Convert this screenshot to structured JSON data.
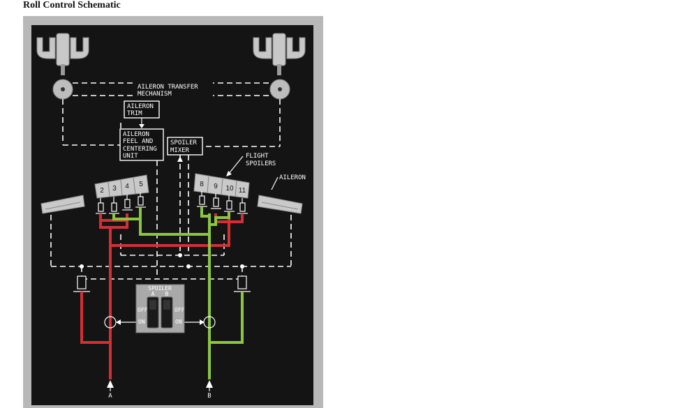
{
  "page_title": "Roll Control Schematic",
  "labels": {
    "transfer_line1": "AILERON TRANSFER",
    "transfer_line2": "MECHANISM",
    "trim_line1": "AILERON",
    "trim_line2": "TRIM",
    "feel_line1": "AILERON",
    "feel_line2": "FEEL AND",
    "feel_line3": "CENTERING",
    "feel_line4": "UNIT",
    "mixer_line1": "SPOILER",
    "mixer_line2": "MIXER",
    "flight_line1": "FLIGHT",
    "flight_line2": "SPOILERS",
    "aileron": "AILERON"
  },
  "spoilers_left": [
    "2",
    "3",
    "4",
    "5"
  ],
  "spoilers_right": [
    "8",
    "9",
    "10",
    "11"
  ],
  "switch_panel": {
    "title": "SPOILER",
    "switch_a": "A",
    "switch_b": "B",
    "off": "OFF",
    "on": "ON"
  },
  "hydraulic_systems": {
    "left": "A",
    "right": "B"
  },
  "colors": {
    "background": "#141414",
    "system_a": "#d32f35",
    "system_b": "#8cc63f",
    "mechanical": "#ffffff"
  }
}
